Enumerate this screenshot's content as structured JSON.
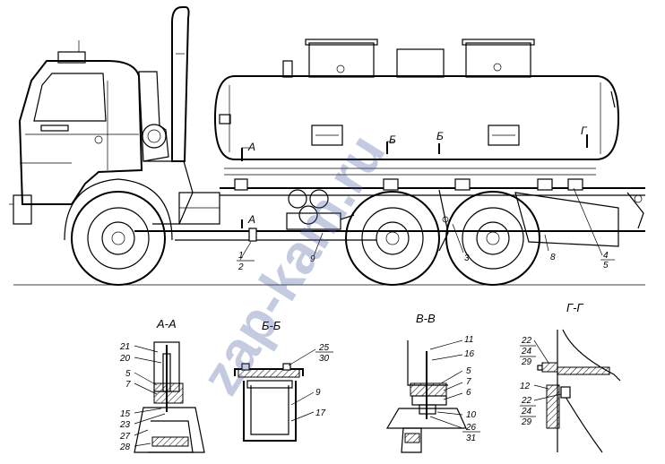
{
  "watermark": "zap-kam.ru",
  "corner_mark": "",
  "main_view": {
    "section_marks": {
      "a_top": "A",
      "a_bottom": "A",
      "b_left": "Б",
      "b_right": "Б",
      "g": "Г"
    },
    "callouts": {
      "c1": "1",
      "c2": "2",
      "c9": "9",
      "c3": "3",
      "c8": "8",
      "c4": "4",
      "c5": "5"
    }
  },
  "sections": {
    "aa": {
      "title": "А-А",
      "labels": {
        "l21": "21",
        "l20": "20",
        "l5": "5",
        "l7": "7",
        "l15": "15",
        "l23": "23",
        "l27": "27",
        "l28": "28"
      }
    },
    "bb": {
      "title": "Б-Б",
      "labels": {
        "l25": "25",
        "l30": "30",
        "l9": "9",
        "l17": "17"
      }
    },
    "vv": {
      "title": "В-В",
      "labels": {
        "l11": "11",
        "l16": "16",
        "l5": "5",
        "l7": "7",
        "l6": "6",
        "l10": "10",
        "l26": "26",
        "l31": "31"
      }
    },
    "gg": {
      "title": "Г-Г",
      "labels": {
        "l22a": "22",
        "l24a": "24",
        "l29a": "29",
        "l12": "12",
        "l22b": "22",
        "l24b": "24",
        "l29b": "29"
      }
    }
  }
}
